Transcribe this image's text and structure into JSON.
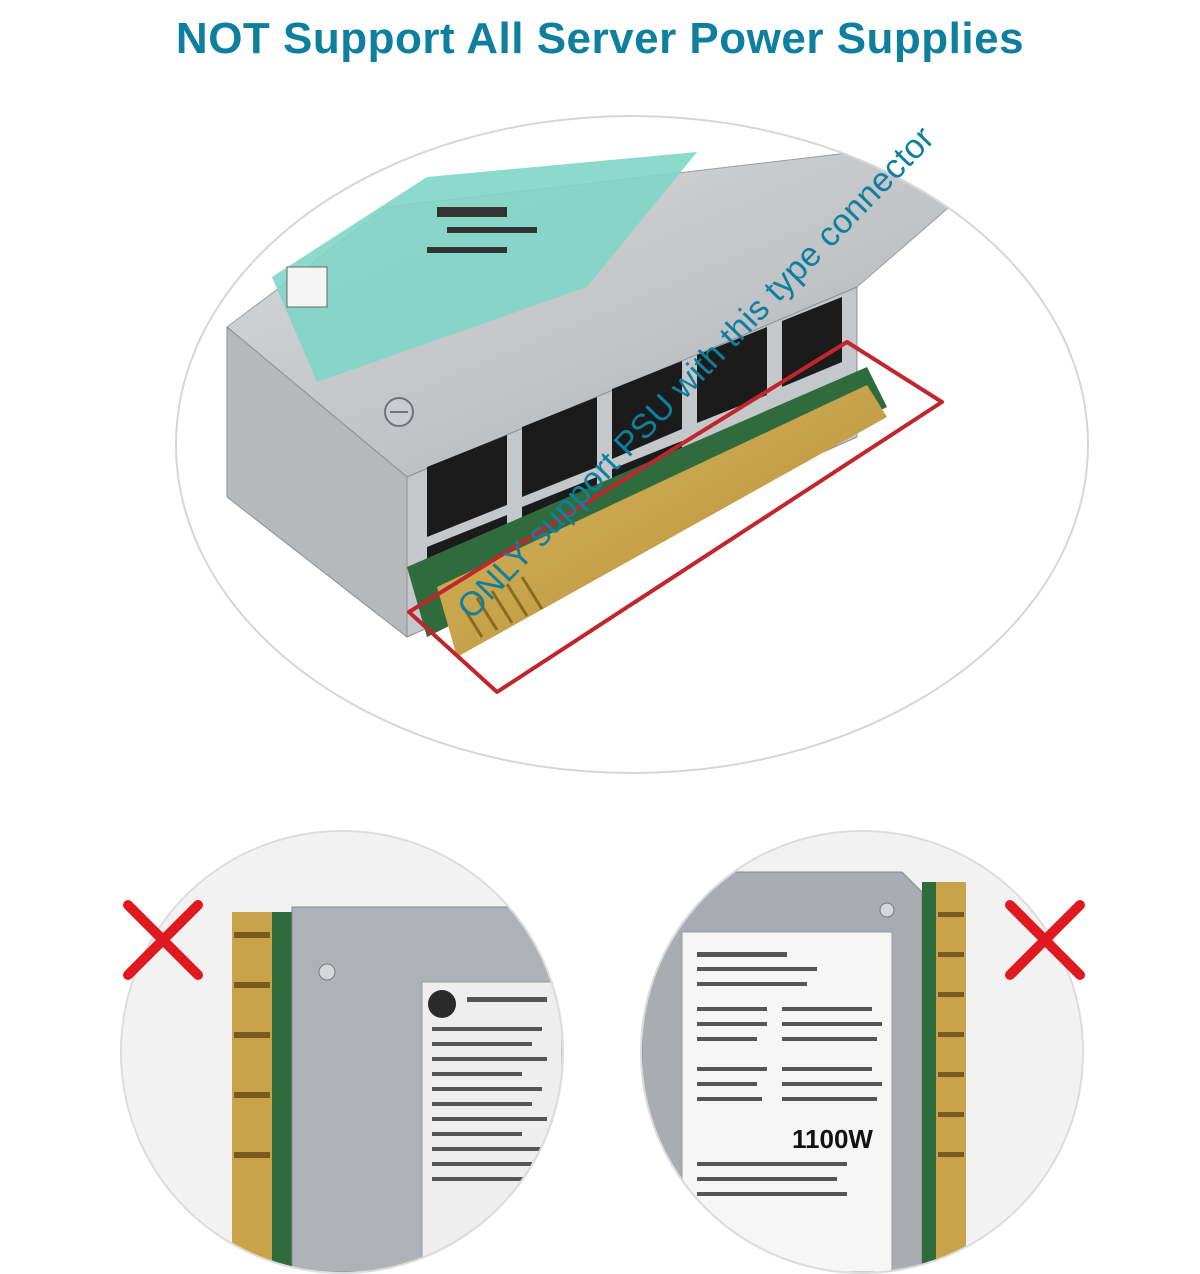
{
  "title": "NOT Support All Server Power Supplies",
  "callout": "ONLY support PSU with this type connector",
  "right_psu": {
    "wattage": "1100W"
  },
  "colors": {
    "title": "#0e7f9e",
    "highlight_box": "#c0262c",
    "x_mark": "#e0181f",
    "label_teal": "#6fd0c0",
    "gold_contacts": "#c9a34a"
  },
  "icons": [
    "cross-icon",
    "cross-icon"
  ]
}
